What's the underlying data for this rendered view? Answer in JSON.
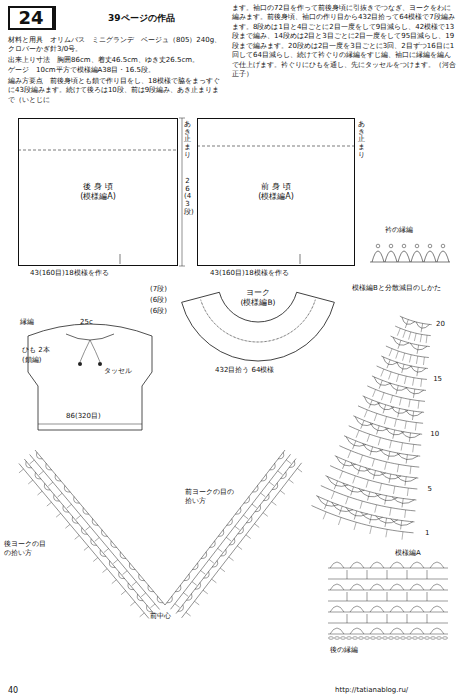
{
  "diagram": {
    "title": "39ページの作品",
    "nodes": [
      {
        "text": [
          "24"
        ]
      },
      {
        "text": [
          "後 身 頃",
          "(模様編A)"
        ]
      },
      {
        "text": [
          "前 身 頃",
          "(模様編A)"
        ]
      },
      {
        "text": [
          "ヨーク",
          "(模様編B)"
        ]
      }
    ],
    "labels": [
      "材料と用具　オリムパス　ミニグランデ　ベージュ（805）240g、クロバーかぎ針3/0号。",
      "出来上り寸法　胸囲86cm、着丈46.5cm、ゆき丈26.5cm。",
      "ゲージ　10cm平方で模様編A38目・16.5段。",
      "編み方要点　前後身頃とも鎖で作り目をし、18模様で脇をまっすぐに43段編みます。続けて後ろは10段、前は9段編み、あき止まりまで（いとじに",
      "ます。袖口の72目を作って前後身頃に引抜きでつなぎ、ヨークをわに編みます。前後身頃、袖口の作り目から432目拾って64模様で7段編みます。8段めは1目と4目ごとに2目一度をして9目減らし、42模様で13段まで編み、14段めは2目と3目ごとに2目一度をして95目減らし、19段まで編みます。20段めは2目一度を3目ごとに3回、2目ずつ16目に1回して64目減らし、続けて衿ぐりの縁編をすじ編、袖口に縁編を編んで仕上げます。衿ぐりにひもを通し、先にタッセルをつけます。（河合正子）",
      "43(160目)18模様を作る",
      "43(160目)18模様を作る",
      "あき止まり",
      "26(43段)",
      "あき止まり",
      "衿の縁編",
      "模様編Bと分散減目のしかた",
      "縁編",
      "25c",
      "ひも 2本",
      "(鎖編)",
      "タッセル",
      "86(320目)",
      "432目拾う 64模様",
      "(7段)",
      "(6段)",
      "(6段)",
      "前中心",
      "前ヨークの目の拾い方",
      "後ヨークの目の拾い方",
      "模様編A",
      "後の縁編",
      "40",
      "http://tatianablog.ru/",
      "20",
      "15",
      "10",
      "5",
      "1"
    ]
  }
}
